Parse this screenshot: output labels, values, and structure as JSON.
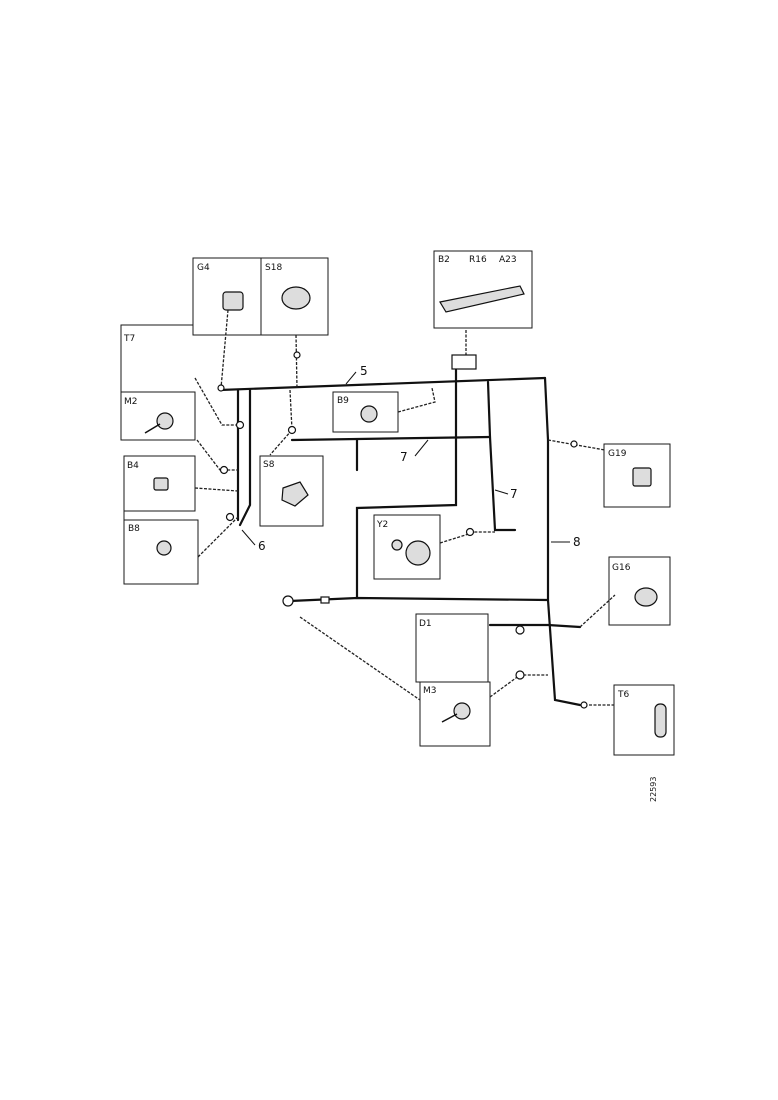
{
  "components": {
    "g4": "G4",
    "s18": "S18",
    "b2": "B2",
    "r16": "R16",
    "a23": "A23",
    "t7": "T7",
    "m2": "M2",
    "b9": "B9",
    "s8": "S8",
    "g19": "G19",
    "b4": "B4",
    "b8": "B8",
    "y2": "Y2",
    "g16": "G16",
    "d1": "D1",
    "m3": "M3",
    "t6": "T6"
  },
  "wire_labels": {
    "w5": "5",
    "w7a": "7",
    "w7b": "7",
    "w6": "6",
    "w8": "8"
  },
  "reference_number": "22593"
}
